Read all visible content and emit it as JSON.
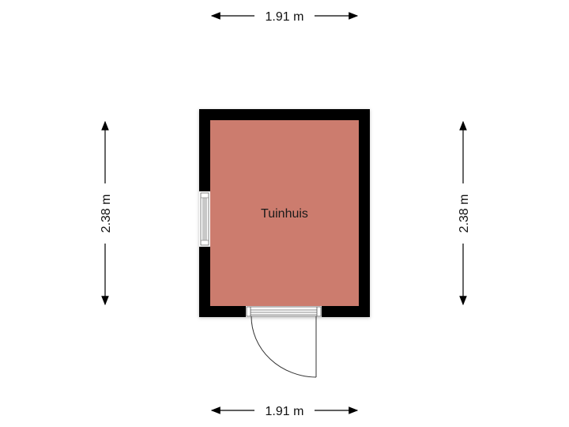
{
  "floorplan": {
    "room": {
      "name": "Tuinhuis",
      "fill_color": "#cc7c6e",
      "wall_color": "#000000"
    },
    "dimensions": {
      "top": "1.91 m",
      "bottom": "1.91 m",
      "left": "2.38 m",
      "right": "2.38 m"
    },
    "openings": {
      "window": "left wall window",
      "door": "bottom wall door"
    }
  }
}
